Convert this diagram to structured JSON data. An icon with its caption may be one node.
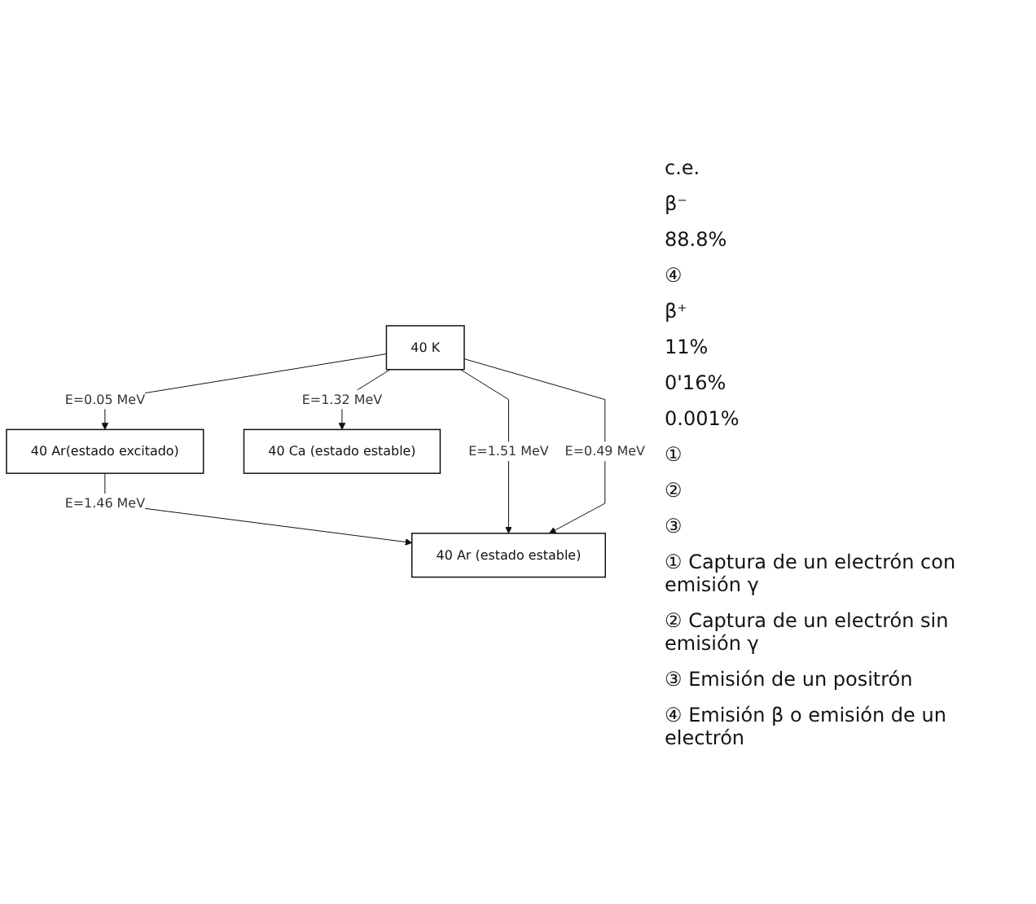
{
  "diagram": {
    "nodes": [
      {
        "text": [
          "40 K"
        ]
      },
      {
        "text": [
          "40 Ar(estado excitado)"
        ]
      },
      {
        "text": [
          "40 Ca (estado estable)"
        ]
      },
      {
        "text": [
          "40 Ar (estado estable)"
        ]
      }
    ],
    "edges": [
      {
        "from": 0,
        "to": 1,
        "arrow": "to",
        "label": "E=0.05 MeV"
      },
      {
        "from": 1,
        "to": 3,
        "arrow": "to",
        "label": "E=1.46 MeV"
      },
      {
        "from": 0,
        "to": 3,
        "arrow": "to",
        "label": "E=1.51 MeV"
      },
      {
        "from": 0,
        "to": 3,
        "arrow": "to",
        "label": "E=0.49 MeV"
      },
      {
        "from": 0,
        "to": 2,
        "arrow": "to",
        "label": "E=1.32 MeV"
      }
    ],
    "labels": [
      "c.e.",
      "β⁻",
      "88.8%",
      "④",
      "β⁺",
      "11%",
      "0'16%",
      "0.001%",
      "①",
      "②",
      "③",
      "① Captura de un electrón con emisión γ",
      "② Captura de un electrón sin emisión γ",
      "③ Emisión de un positrón",
      "④ Emisión β o emisión de un electrón"
    ]
  }
}
